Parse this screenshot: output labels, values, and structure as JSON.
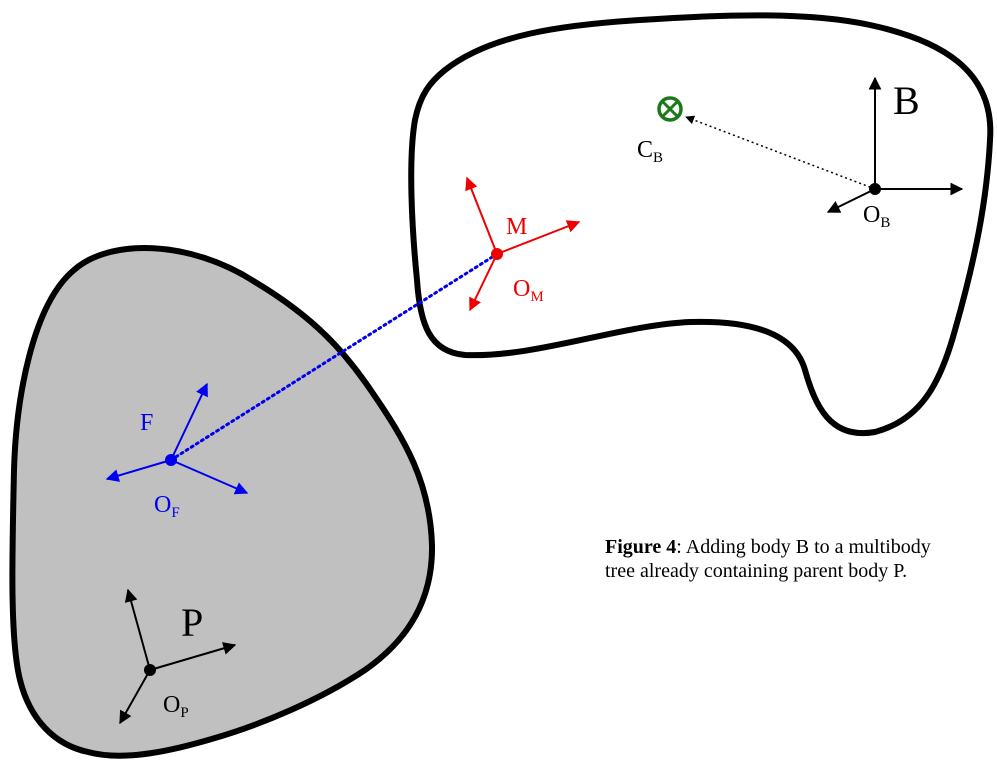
{
  "colors": {
    "parent_fill": "#c0c0c0",
    "outline": "#000000",
    "frame_F": "#0000ee",
    "frame_M": "#ee0000",
    "com_marker": "#1a7a1a"
  },
  "bodies": {
    "B": {
      "label": "B"
    },
    "P": {
      "label": "P"
    }
  },
  "frames": {
    "F": {
      "label": "F",
      "origin_main": "O",
      "origin_sub": "F"
    },
    "M": {
      "label": "M",
      "origin_main": "O",
      "origin_sub": "M"
    },
    "B": {
      "origin_main": "O",
      "origin_sub": "B"
    },
    "P": {
      "origin_main": "O",
      "origin_sub": "P"
    }
  },
  "com": {
    "main": "C",
    "sub": "B",
    "icon": "circle-times-icon"
  },
  "caption": {
    "figure_label": "Figure 4",
    "text": ": Adding body B to a multibody tree already containing parent body P."
  }
}
